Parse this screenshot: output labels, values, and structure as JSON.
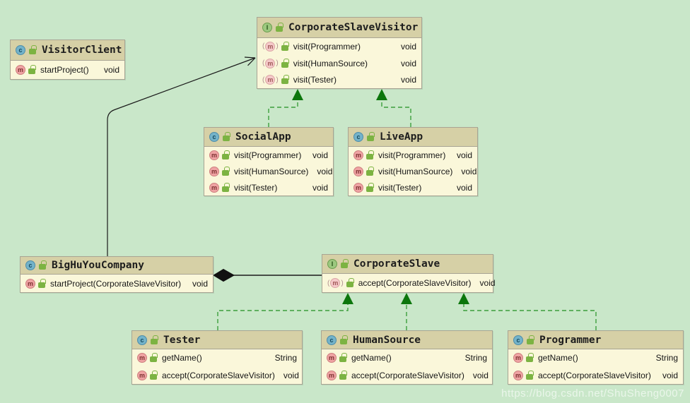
{
  "diagram": {
    "background_color": "#c9e7c9",
    "box_header_color": "#d6d0a6",
    "box_body_color": "#faf7da",
    "implements_edge_color": "#3c9e3c",
    "association_edge_color": "#1a1a1a",
    "watermark": "https://blog.csdn.net/ShuSheng0007"
  },
  "icons": {
    "class_letter": "c",
    "interface_letter": "I",
    "method_letter": "m"
  },
  "classes": [
    {
      "name": "VisitorClient",
      "kind": "class",
      "members": [
        {
          "label": "startProject()",
          "returns": "void"
        }
      ]
    },
    {
      "name": "CorporateSlaveVisitor",
      "kind": "interface",
      "members": [
        {
          "label": "visit(Programmer)",
          "returns": "void"
        },
        {
          "label": "visit(HumanSource)",
          "returns": "void"
        },
        {
          "label": "visit(Tester)",
          "returns": "void"
        }
      ]
    },
    {
      "name": "SocialApp",
      "kind": "class",
      "members": [
        {
          "label": "visit(Programmer)",
          "returns": "void"
        },
        {
          "label": "visit(HumanSource)",
          "returns": "void"
        },
        {
          "label": "visit(Tester)",
          "returns": "void"
        }
      ]
    },
    {
      "name": "LiveApp",
      "kind": "class",
      "members": [
        {
          "label": "visit(Programmer)",
          "returns": "void"
        },
        {
          "label": "visit(HumanSource)",
          "returns": "void"
        },
        {
          "label": "visit(Tester)",
          "returns": "void"
        }
      ]
    },
    {
      "name": "BigHuYouCompany",
      "kind": "class",
      "members": [
        {
          "label": "startProject(CorporateSlaveVisitor)",
          "returns": "void"
        }
      ]
    },
    {
      "name": "CorporateSlave",
      "kind": "interface",
      "members": [
        {
          "label": "accept(CorporateSlaveVisitor)",
          "returns": "void"
        }
      ]
    },
    {
      "name": "Tester",
      "kind": "class",
      "members": [
        {
          "label": "getName()",
          "returns": "String"
        },
        {
          "label": "accept(CorporateSlaveVisitor)",
          "returns": "void"
        }
      ]
    },
    {
      "name": "HumanSource",
      "kind": "class",
      "members": [
        {
          "label": "getName()",
          "returns": "String"
        },
        {
          "label": "accept(CorporateSlaveVisitor)",
          "returns": "void"
        }
      ]
    },
    {
      "name": "Programmer",
      "kind": "class",
      "members": [
        {
          "label": "getName()",
          "returns": "String"
        },
        {
          "label": "accept(CorporateSlaveVisitor)",
          "returns": "void"
        }
      ]
    }
  ],
  "relations": [
    {
      "from": "BigHuYouCompany",
      "to": "CorporateSlaveVisitor",
      "type": "association-arrow"
    },
    {
      "from": "BigHuYouCompany",
      "to": "CorporateSlave",
      "type": "aggregation-diamond"
    },
    {
      "from": "SocialApp",
      "to": "CorporateSlaveVisitor",
      "type": "implements"
    },
    {
      "from": "LiveApp",
      "to": "CorporateSlaveVisitor",
      "type": "implements"
    },
    {
      "from": "Tester",
      "to": "CorporateSlave",
      "type": "implements"
    },
    {
      "from": "HumanSource",
      "to": "CorporateSlave",
      "type": "implements"
    },
    {
      "from": "Programmer",
      "to": "CorporateSlave",
      "type": "implements"
    }
  ]
}
